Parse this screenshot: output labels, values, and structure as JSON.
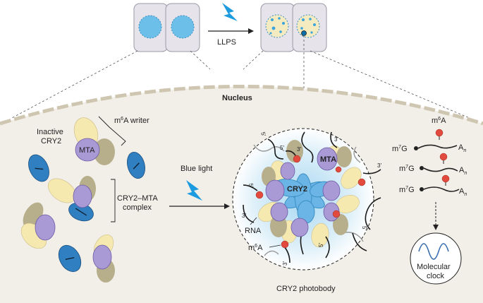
{
  "top": {
    "llps": "LLPS"
  },
  "nucleus": {
    "title": "Nucleus"
  },
  "left": {
    "m6a_writer_prefix": "m",
    "m6a_writer_sup": "6",
    "m6a_writer_suffix": "A writer",
    "inactive_line1": "Inactive",
    "inactive_line2": "CRY2",
    "mta": "MTA",
    "complex_line1": "CRY2–MTA",
    "complex_line2": "complex"
  },
  "middle": {
    "blue_light": "Blue light",
    "cry2": "CRY2",
    "mta": "MTA",
    "rna": "RNA",
    "m6a_prefix": "m",
    "m6a_sup": "6",
    "m6a_suffix": "A",
    "photobody": "CRY2 photobody",
    "five_prime": "5′",
    "three_prime": "3′"
  },
  "right": {
    "m6a_prefix": "m",
    "m6a_sup": "6",
    "m6a_suffix": "A",
    "cap_prefix": "m",
    "cap_sup": "7",
    "cap_suffix": "G",
    "tail": "A",
    "tail_sub": "n",
    "clock_line1": "Molecular",
    "clock_line2": "clock"
  },
  "colors": {
    "nucleus_fill": "#f2efe8",
    "cry2_blue": "#2f7fc1",
    "mta_purple": "#a99ad6",
    "yellow": "#f6e9b0",
    "olive": "#b7ae8c",
    "m6a_red": "#e14a3c",
    "droplet_blue": "#cde8f6"
  }
}
